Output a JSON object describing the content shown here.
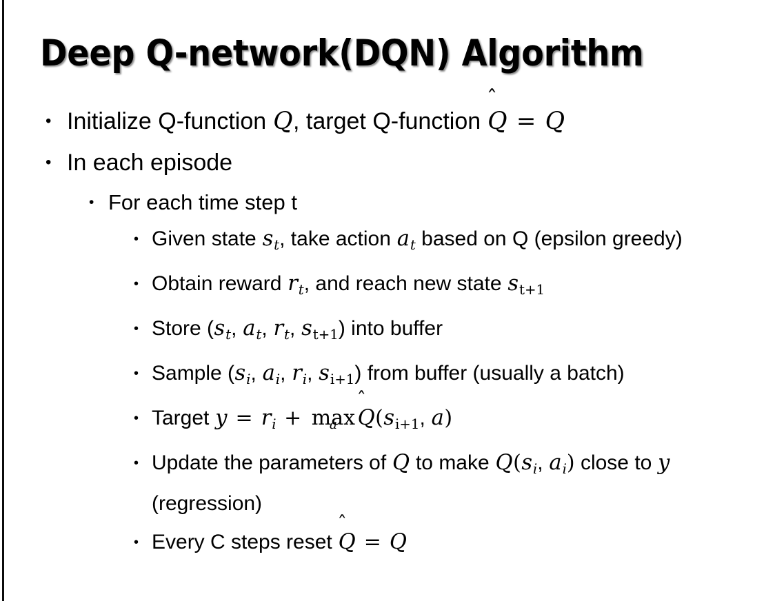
{
  "slide": {
    "title": "Deep Q-network(DQN) Algorithm",
    "background_color": "#ffffff",
    "text_color": "#000000",
    "left_rule_color": "#0b0b0b",
    "bullet_glyph": "•"
  },
  "content": {
    "l1_initialize": {
      "pre": "Initialize Q-function ",
      "var_q1": "Q",
      "mid": ", target Q-function ",
      "hat": "̂",
      "var_qhat": "Q",
      "eq": " = ",
      "var_q2": "Q"
    },
    "l1_in_each_episode": "In each episode",
    "l2_for_each_time_step": "For each time step t",
    "l3_given_state": {
      "pre": "Given state ",
      "var_s": "s",
      "sub_s": "t",
      "mid": ", take action ",
      "var_a": "a",
      "sub_a": "t",
      "post": " based on Q (epsilon greedy)"
    },
    "l3_obtain_reward": {
      "pre": "Obtain reward ",
      "var_r": "r",
      "sub_r": "t",
      "mid": ", and reach new state ",
      "var_s": "s",
      "sub_s": "t+1"
    },
    "l3_store": {
      "pre": "Store (",
      "var_s1": "s",
      "sub_s1": "t",
      "c1": ", ",
      "var_a": "a",
      "sub_a": "t",
      "c2": ", ",
      "var_r": "r",
      "sub_r": "t",
      "c3": ", ",
      "var_s2": "s",
      "sub_s2": "t+1",
      "post": ") into buffer"
    },
    "l3_sample": {
      "pre": "Sample (",
      "var_s1": "s",
      "sub_s1": "i",
      "c1": ", ",
      "var_a": "a",
      "sub_a": "i",
      "c2": ", ",
      "var_r": "r",
      "sub_r": "i",
      "c3": ", ",
      "var_s2": "s",
      "sub_s2": "i+1",
      "post": ") from buffer (usually a batch)"
    },
    "l3_target": {
      "pre": "Target ",
      "var_y": "y",
      "eq": " = ",
      "var_r": "r",
      "sub_r": "i",
      "plus": " + ",
      "max_op": "max",
      "max_sub": "a",
      "hat": "̂",
      "var_qhat": "Q",
      "open": "(",
      "var_s": "s",
      "sub_s": "i+1",
      "comma": ", ",
      "var_a": "a",
      "close": ")"
    },
    "l3_update": {
      "pre": "Update the parameters of ",
      "var_q1": "Q",
      "mid": " to make ",
      "var_q2": "Q",
      "open": "(",
      "var_s": "s",
      "sub_s": "i",
      "comma": ", ",
      "var_a": "a",
      "sub_a": "i",
      "close": ")",
      "post": " close to ",
      "var_y": "y",
      "tail": " (regression)"
    },
    "l3_every_c": {
      "pre": "Every C steps reset ",
      "hat": "̂",
      "var_qhat": "Q",
      "eq": " = ",
      "var_q": "Q"
    }
  }
}
